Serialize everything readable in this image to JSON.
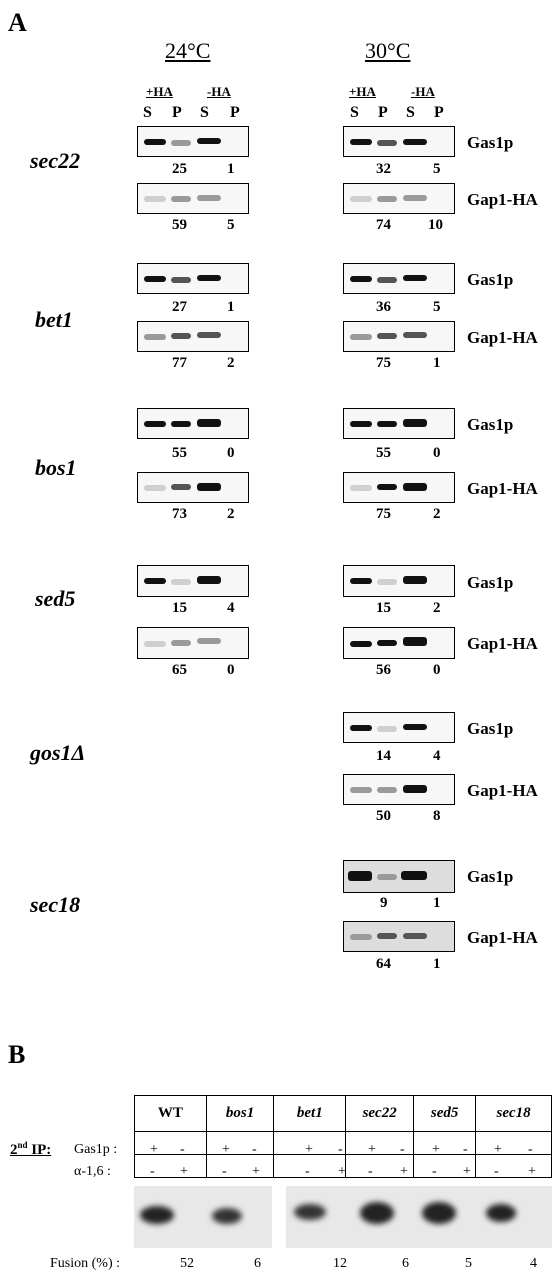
{
  "panelA": {
    "letter": "A",
    "temps": [
      "24°C",
      "30°C"
    ],
    "hdr_plus": "+HA",
    "hdr_minus": "-HA",
    "lane_s": "S",
    "lane_p": "P",
    "label_gas": "Gas1p",
    "label_gap": "Gap1-HA",
    "rows": [
      {
        "gene": "sec22",
        "gas24": [
          "25",
          "1"
        ],
        "gap24": [
          "59",
          "5"
        ],
        "gas30": [
          "32",
          "5"
        ],
        "gap30": [
          "74",
          "10"
        ]
      },
      {
        "gene": "bet1",
        "gas24": [
          "27",
          "1"
        ],
        "gap24": [
          "77",
          "2"
        ],
        "gas30": [
          "36",
          "5"
        ],
        "gap30": [
          "75",
          "1"
        ]
      },
      {
        "gene": "bos1",
        "gas24": [
          "55",
          "0"
        ],
        "gap24": [
          "73",
          "2"
        ],
        "gas30": [
          "55",
          "0"
        ],
        "gap30": [
          "75",
          "2"
        ]
      },
      {
        "gene": "sed5",
        "gas24": [
          "15",
          "4"
        ],
        "gap24": [
          "65",
          "0"
        ],
        "gas30": [
          "15",
          "2"
        ],
        "gap30": [
          "56",
          "0"
        ]
      },
      {
        "gene": "gos1Δ",
        "gas30": [
          "14",
          "4"
        ],
        "gap30": [
          "50",
          "8"
        ]
      },
      {
        "gene": "sec18",
        "gas30": [
          "9",
          "1"
        ],
        "gap30": [
          "64",
          "1"
        ]
      }
    ]
  },
  "panelB": {
    "letter": "B",
    "second_ip": "2",
    "second_ip_sup": "nd",
    "second_ip_rest": " IP:",
    "row_gas": "Gas1p :",
    "row_alpha": "α-1,6 :",
    "strains": [
      "WT",
      "bos1",
      "bet1",
      "sec22",
      "sed5",
      "sec18"
    ],
    "plus": "+",
    "minus": "-",
    "fusion_label": "Fusion (%) :",
    "fusion": [
      "52",
      "6",
      "12",
      "6",
      "5",
      "4"
    ]
  }
}
